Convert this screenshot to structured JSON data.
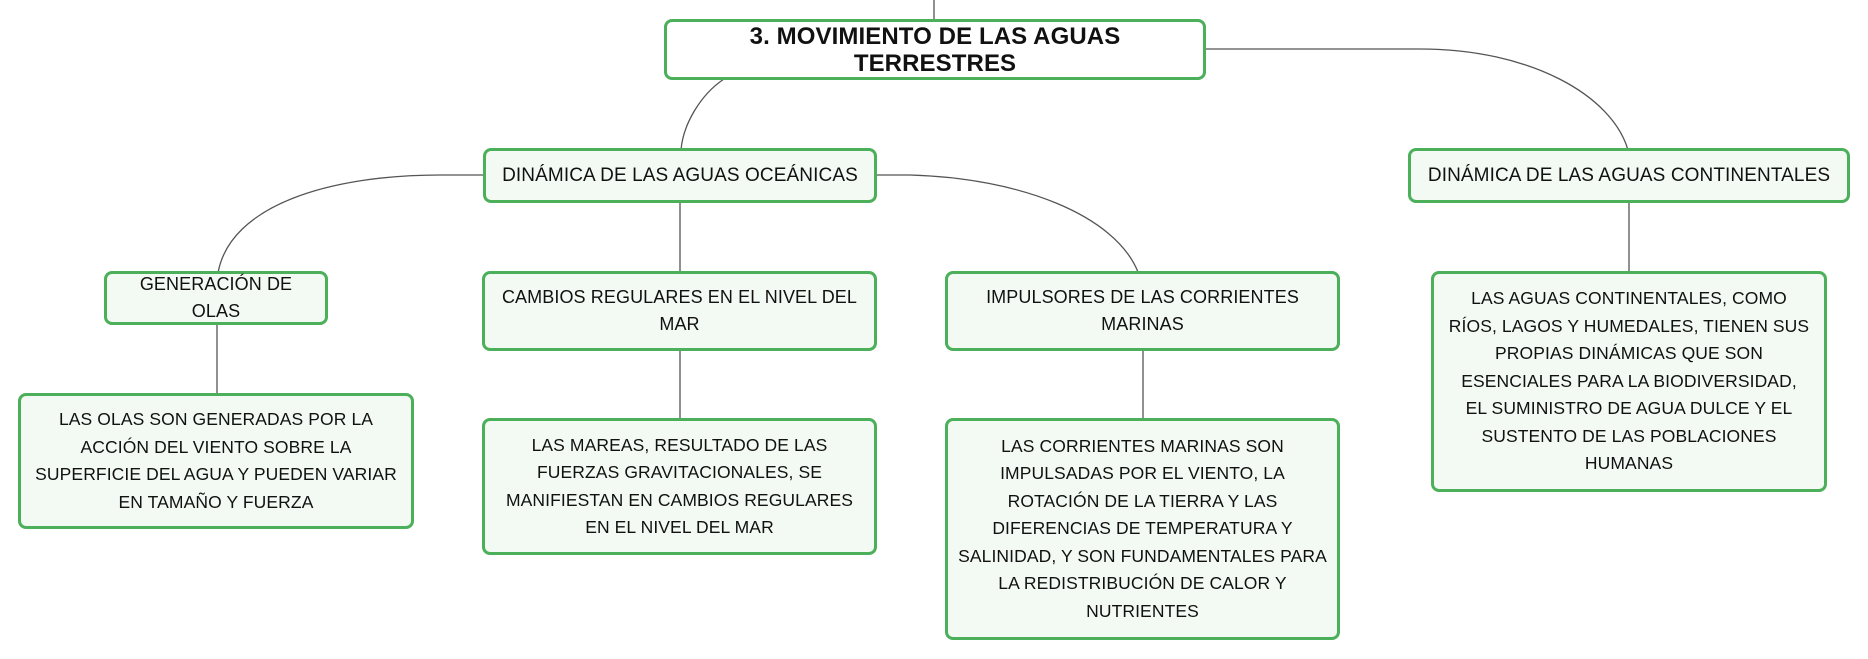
{
  "map": {
    "root": "3. MOVIMIENTO DE LAS AGUAS TERRESTRES",
    "oceanic": {
      "title": "DINÁMICA DE LAS AGUAS OCEÁNICAS",
      "waves": {
        "title": "GENERACIÓN DE OLAS",
        "detail": "LAS OLAS SON GENERADAS POR LA ACCIÓN DEL VIENTO SOBRE LA SUPERFICIE DEL AGUA Y PUEDEN VARIAR EN TAMAÑO Y FUERZA"
      },
      "tides": {
        "title": "CAMBIOS REGULARES EN EL NIVEL DEL MAR",
        "detail": "LAS MAREAS, RESULTADO DE LAS FUERZAS GRAVITACIONALES, SE MANIFIESTAN EN CAMBIOS REGULARES EN EL NIVEL DEL MAR"
      },
      "currents": {
        "title": "IMPULSORES DE LAS CORRIENTES MARINAS",
        "detail": "LAS CORRIENTES MARINAS SON IMPULSADAS POR EL VIENTO, LA ROTACIÓN DE LA TIERRA Y LAS DIFERENCIAS DE TEMPERATURA Y SALINIDAD, Y SON FUNDAMENTALES PARA LA REDISTRIBUCIÓN DE CALOR Y NUTRIENTES"
      }
    },
    "continental": {
      "title": "DINÁMICA DE LAS AGUAS CONTINENTALES",
      "detail": "LAS AGUAS CONTINENTALES, COMO RÍOS, LAGOS Y HUMEDALES, TIENEN SUS PROPIAS DINÁMICAS QUE SON ESENCIALES PARA LA BIODIVERSIDAD, EL SUMINISTRO DE AGUA DULCE Y EL SUSTENTO DE LAS POBLACIONES HUMANAS"
    }
  },
  "colors": {
    "border": "#4caf5a",
    "fill": "#f3faf4",
    "connector": "#555555"
  }
}
